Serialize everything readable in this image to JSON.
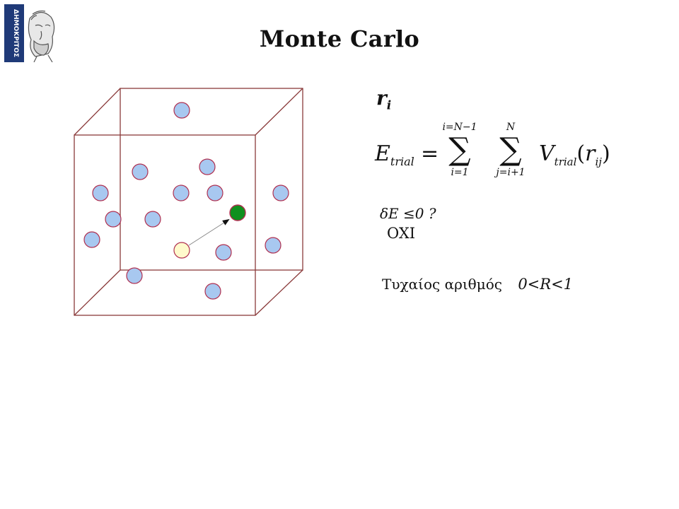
{
  "title": "Monte Carlo",
  "logo": {
    "text": "ΔΗΜΟΚΡΙΤΟΣ",
    "icon": "democritus-bust-logo",
    "colors": {
      "band": "#1f3a78",
      "letters": "#ffffff"
    }
  },
  "diagram": {
    "colors": {
      "box_edge": "#8a3a3a",
      "particle_fill": "#a8c8f0",
      "particle_stroke": "#b03050",
      "trial_fill": "#10901e",
      "old_fill": "#fffacc",
      "arrow": "#222222"
    }
  },
  "formulas": {
    "ri_symbol": "r",
    "ri_sub": "i",
    "e_trial": {
      "lhs_symbol": "E",
      "lhs_sub": "trial",
      "equals": "=",
      "sum1_upper": "i=N−1",
      "sum1_lower": "i=1",
      "sum_symbol": "∑",
      "sum2_upper": "N",
      "sum2_lower": "j=i+1",
      "rhs_symbol": "V",
      "rhs_sub": "trial",
      "rhs_arg_open": "(",
      "rhs_arg": "r",
      "rhs_arg_sub": "ij",
      "rhs_arg_close": ")"
    },
    "condition": "δE ≤0 ?",
    "answer": "OXI",
    "random_label": "Τυχαίος αριθμός",
    "random_range": "0<R<1"
  }
}
